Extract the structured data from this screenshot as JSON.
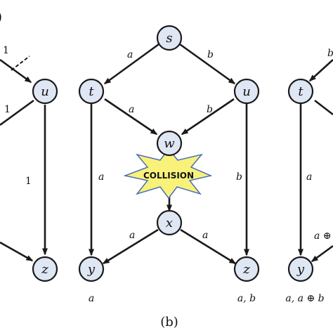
{
  "caption": "(b)",
  "left_panel": {
    "panel_letter": ")",
    "nodes": {
      "u": "u",
      "z": "z"
    },
    "edge_labels": {
      "cut": "1",
      "upper": "1",
      "vertical": "1"
    }
  },
  "middle_panel": {
    "nodes": {
      "s": "s",
      "t": "t",
      "u": "u",
      "w": "w",
      "x": "x",
      "y": "y",
      "z": "z"
    },
    "edge_labels": {
      "s_t": "a",
      "s_u": "b",
      "t_w": "a",
      "u_w": "b",
      "t_y": "a",
      "u_z": "b",
      "x_y": "a",
      "x_z": "a"
    },
    "collision": "COLLISION",
    "sink_labels": {
      "y": "a",
      "z": "a, b"
    }
  },
  "right_panel": {
    "nodes": {
      "t": "t",
      "y": "y"
    },
    "edge_labels": {
      "t_y": "a",
      "cut": "a ⊕"
    },
    "sink_labels": {
      "y": "a, a ⊕ b"
    }
  },
  "colors": {
    "node_fill": "#dfe6f4",
    "burst_fill": "#f8f27a",
    "burst_stroke": "#4b6fb8",
    "edge": "#1a1a1a"
  }
}
